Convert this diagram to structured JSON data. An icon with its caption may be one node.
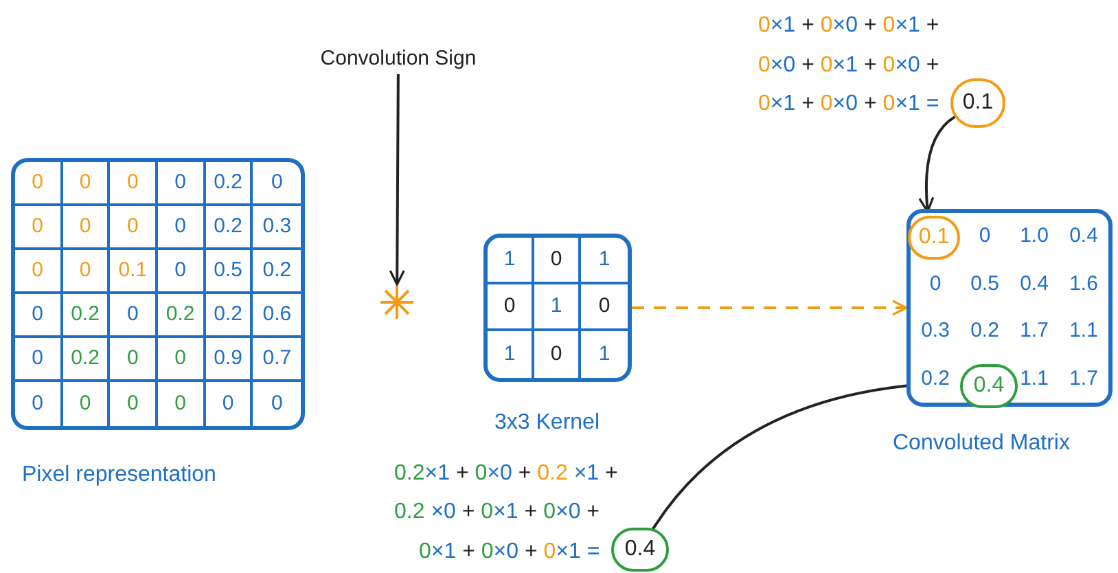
{
  "diagram": {
    "nodes": [
      {
        "text": [
          "0",
          "0",
          "0",
          "0",
          "0.2",
          "0",
          "0",
          "0",
          "0",
          "0",
          "0.2",
          "0.3",
          "0",
          "0",
          "0.1",
          "0",
          "0.5",
          "0.2",
          "0",
          "0.2",
          "0",
          "0.2",
          "0.2",
          "0.6",
          "0",
          "0.2",
          "0",
          "0",
          "0.9",
          "0.7",
          "0",
          "0",
          "0",
          "0",
          "0",
          "0"
        ],
        "beside": [
          "Pixel representation"
        ]
      },
      {
        "text": [
          "Convolution Sign"
        ]
      },
      {
        "text": [],
        "shape": "asterisk"
      },
      {
        "text": [
          "1",
          "0",
          "1",
          "0",
          "1",
          "0",
          "1",
          "0",
          "1"
        ],
        "beside": [
          "3x3 Kernel"
        ]
      },
      {
        "text": [
          "0",
          "1.0",
          "0.4",
          "0",
          "0.5",
          "0.4",
          "1.6",
          "0.3",
          "0.2",
          "1.7",
          "1.1",
          "0.2",
          "1.1",
          "1.7"
        ],
        "beside": [
          "Convoluted Matrix"
        ]
      },
      {
        "text": [
          "0.1"
        ],
        "in": 4
      },
      {
        "text": [
          "0.4"
        ],
        "in": 4
      },
      {
        "text": [
          "0.1"
        ]
      },
      {
        "text": [
          "0.4"
        ]
      }
    ],
    "edges": [
      {
        "from": 1,
        "to": 2,
        "arrow": "to"
      },
      {
        "from": 3,
        "to": 4,
        "arrow": "to",
        "style": "dashed",
        "color": "#f39c12"
      },
      {
        "from": 7,
        "to": 5,
        "arrow": "to"
      },
      {
        "from": 8,
        "to": 6,
        "arrow": "to"
      }
    ],
    "labels": [
      "0×1 + 0×0 + 0×1 +",
      "0×0 + 0×1 + 0×0 +",
      "0×1 + 0×0 + 0×1 =",
      "0.2×1 + 0×0 + 0.2 ×1 +",
      "0.2 ×0 + 0×1 + 0×0 +",
      "0×1 + 0×0 + 0×1 ="
    ]
  }
}
